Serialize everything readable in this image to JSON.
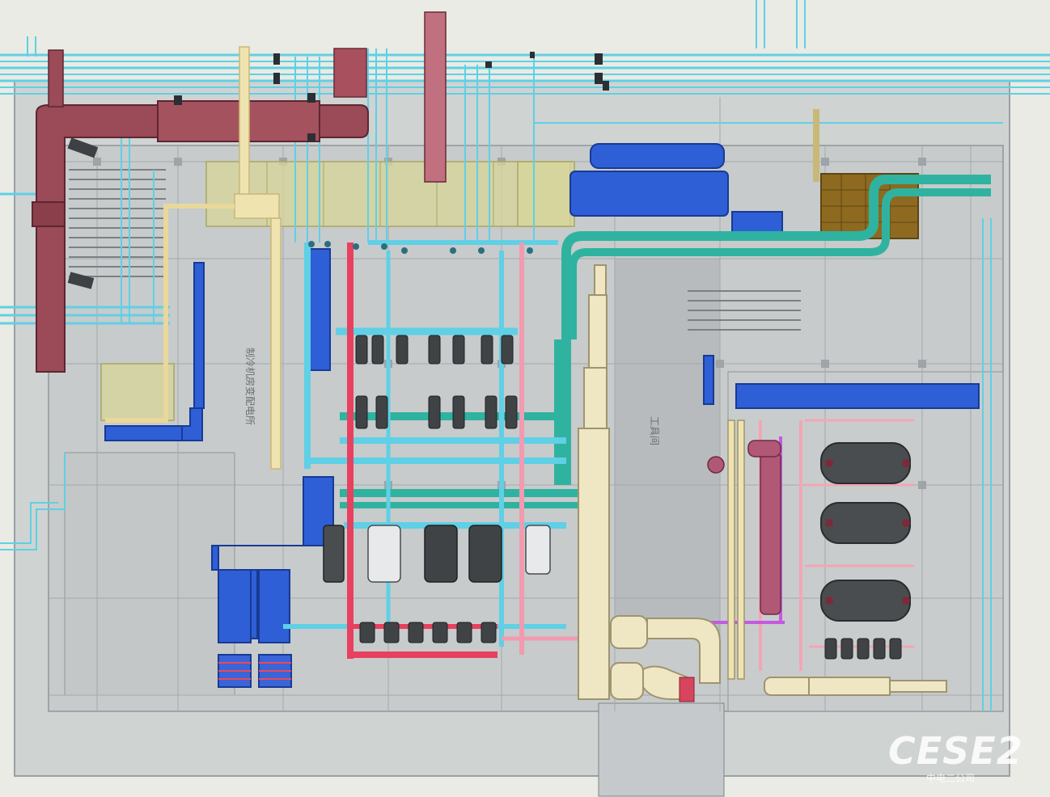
{
  "room_labels": {
    "substation": "制冷机房变配电所",
    "toolroom": "工具间"
  },
  "watermark": {
    "main": "CESE2",
    "sub": "中电二公司"
  },
  "colors": {
    "background": "#e9ebe4",
    "building_gray": "#b9bdbf",
    "exhaust_duct": "#9a4b57",
    "air_duct_blue": "#2f5fd6",
    "chilled_water_green": "#2fb3a0",
    "cooling_water_cyan": "#5fd0e6",
    "hot_water_red": "#e8405f",
    "pink_pipe": "#f29ab0",
    "cream_pipe": "#efe3b0",
    "olive_panel": "#d7d69a",
    "equipment_gray": "#4a4d50"
  }
}
